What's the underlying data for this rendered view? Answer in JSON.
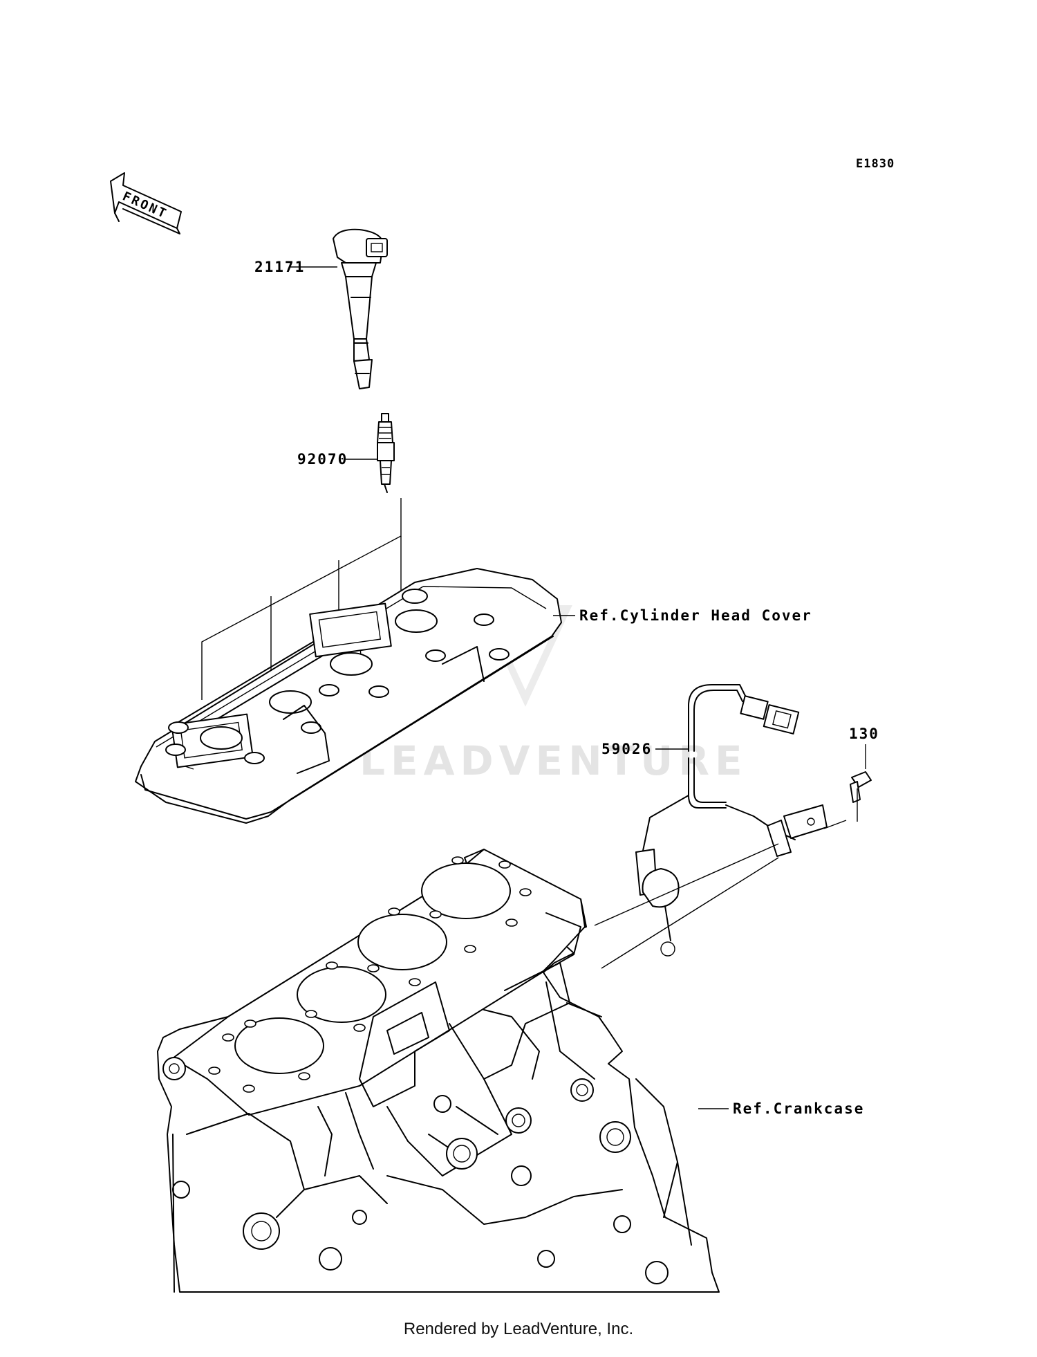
{
  "diagram_code": "E1830",
  "front_label": "FRONT",
  "parts": [
    {
      "number": "21171"
    },
    {
      "number": "92070"
    },
    {
      "number": "59026"
    },
    {
      "number": "130"
    }
  ],
  "references": {
    "cylinder_head_cover": "Ref.Cylinder Head Cover",
    "crankcase": "Ref.Crankcase"
  },
  "watermark": "LEADVENTURE",
  "footer": "Rendered by LeadVenture, Inc."
}
